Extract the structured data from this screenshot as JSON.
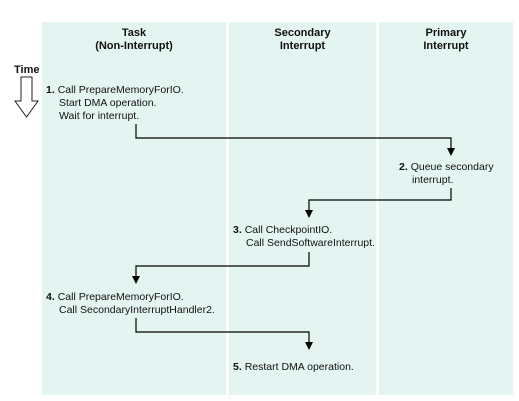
{
  "columns": [
    {
      "line1": "Task",
      "line2": "(Non-Interrupt)"
    },
    {
      "line1": "Secondary",
      "line2": "Interrupt"
    },
    {
      "line1": "Primary",
      "line2": "Interrupt"
    }
  ],
  "time_label": "Time",
  "steps": [
    {
      "num": "1.",
      "lines": [
        "Call PrepareMemoryForIO.",
        "Start DMA operation.",
        "Wait for interrupt."
      ]
    },
    {
      "num": "2.",
      "lines": [
        "Queue secondary",
        "interrupt."
      ]
    },
    {
      "num": "3.",
      "lines": [
        "Call CheckpointIO.",
        "Call SendSoftwareInterrupt."
      ]
    },
    {
      "num": "4.",
      "lines": [
        "Call PrepareMemoryForIO.",
        "Call SecondaryInterruptHandler2."
      ]
    },
    {
      "num": "5.",
      "lines": [
        "Restart DMA operation."
      ]
    }
  ]
}
